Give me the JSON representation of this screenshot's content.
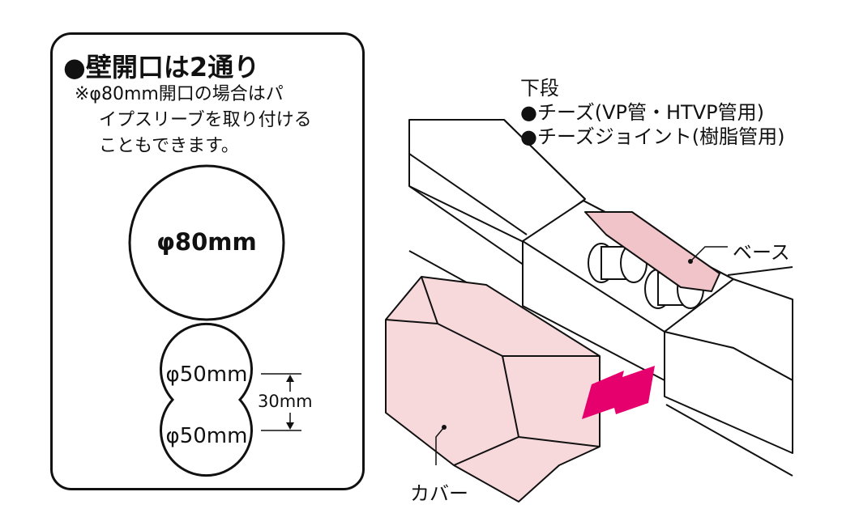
{
  "left_panel": {
    "title": "●壁開口は2通り",
    "note_lines": [
      "※φ80mm開口の場合はパ",
      "イプスリーブを取り付ける",
      "こともできます。"
    ],
    "opening_large": "φ80mm",
    "opening_small_top": "φ50mm",
    "opening_small_bottom": "φ50mm",
    "pitch_label": "30mm"
  },
  "callouts": {
    "lower_tier_heading": "下段",
    "lower_tier_items": [
      "●チーズ(VP管・HTVP管用)",
      "●チーズジョイント(樹脂管用)"
    ],
    "base": "ベース",
    "cover": "カバー"
  },
  "colors": {
    "cover_fill": "#f7d9dc",
    "base_fill": "#f0c4c8",
    "arrow_fill": "#e5006e",
    "line": "#111111"
  }
}
